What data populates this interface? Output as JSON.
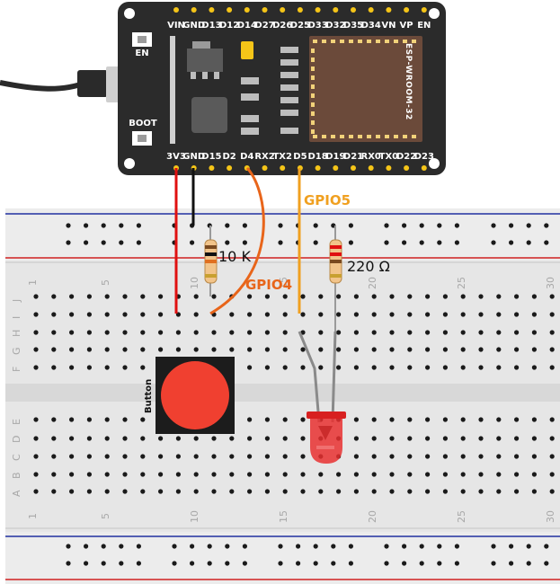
{
  "board": {
    "top_pins": [
      "VIN",
      "GND",
      "D13",
      "D12",
      "D14",
      "D27",
      "D26",
      "D25",
      "D33",
      "D32",
      "D35",
      "D34",
      "VN",
      "VP",
      "EN"
    ],
    "bottom_pins": [
      "3V3",
      "GND",
      "D15",
      "D2",
      "D4",
      "RX2",
      "TX2",
      "D5",
      "D18",
      "D19",
      "D21",
      "RX0",
      "TX0",
      "D22",
      "D23"
    ],
    "button_en_label": "EN",
    "button_boot_label": "BOOT",
    "module_label": "ESP-WROOM-32",
    "colors": {
      "board": "#2b2b2b",
      "pin_pad": "#f5c518",
      "module": "#6b4a3a"
    }
  },
  "breadboard": {
    "column_numbers": [
      "1",
      "5",
      "10",
      "15",
      "20",
      "25",
      "30"
    ],
    "row_letters_top": [
      "J",
      "I",
      "H",
      "G",
      "F"
    ],
    "row_letters_bottom": [
      "E",
      "D",
      "C",
      "B",
      "A"
    ]
  },
  "annotations": {
    "gpio5": "GPIO5",
    "gpio4": "GPIO4",
    "resistor_pullup": "10 K",
    "resistor_led": "220 Ω",
    "button": "Button"
  },
  "colors": {
    "gpio5": "#f0a020",
    "gpio4": "#e8651a",
    "wire_3v3": "#e01010",
    "wire_gnd": "#111111",
    "button_cap": "#f04030",
    "led": "#e83030",
    "rail_red": "#d02020",
    "rail_blue": "#2030a0"
  }
}
